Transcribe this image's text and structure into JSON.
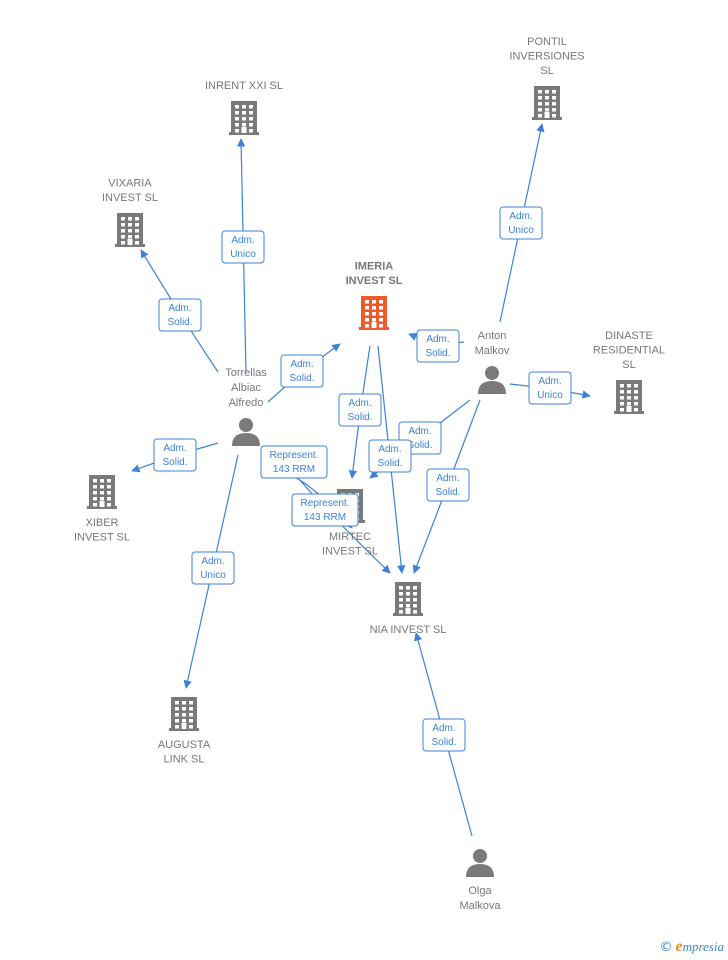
{
  "colors": {
    "edge": "#3d82d6",
    "company": "#7a7a7a",
    "focus": "#ee5a2a",
    "person": "#7a7a7a"
  },
  "nodes": [
    {
      "id": "imeria",
      "kind": "company",
      "focus": true,
      "lines": [
        "IMERIA",
        "INVEST  SL"
      ]
    },
    {
      "id": "inrent",
      "kind": "company",
      "lines": [
        "INRENT XXI  SL"
      ]
    },
    {
      "id": "vixaria",
      "kind": "company",
      "lines": [
        "VIXARIA",
        "INVEST  SL"
      ]
    },
    {
      "id": "pontil",
      "kind": "company",
      "lines": [
        "PONTIL",
        "INVERSIONES",
        "SL"
      ]
    },
    {
      "id": "dinaste",
      "kind": "company",
      "lines": [
        "DINASTE",
        "RESIDENTIAL",
        "SL"
      ]
    },
    {
      "id": "xiber",
      "kind": "company",
      "lines": [
        "XIBER",
        "INVEST  SL"
      ]
    },
    {
      "id": "mirtec",
      "kind": "company",
      "lines": [
        "MIRTEC",
        "INVEST  SL"
      ]
    },
    {
      "id": "nia",
      "kind": "company",
      "lines": [
        "NIA INVEST  SL"
      ]
    },
    {
      "id": "augusta",
      "kind": "company",
      "lines": [
        "AUGUSTA",
        "LINK  SL"
      ]
    },
    {
      "id": "torrellas",
      "kind": "person",
      "lines": [
        "Torrellas",
        "Albiac",
        "Alfredo"
      ]
    },
    {
      "id": "anton",
      "kind": "person",
      "lines": [
        "Anton",
        "Malkov"
      ]
    },
    {
      "id": "olga",
      "kind": "person",
      "lines": [
        "Olga",
        "Malkova"
      ]
    }
  ],
  "edges": [
    {
      "from": "torrellas",
      "to": "inrent",
      "lines": [
        "Adm.",
        "Unico"
      ]
    },
    {
      "from": "torrellas",
      "to": "vixaria",
      "lines": [
        "Adm.",
        "Solid."
      ]
    },
    {
      "from": "torrellas",
      "to": "imeria",
      "lines": [
        "Adm.",
        "Solid."
      ]
    },
    {
      "from": "torrellas",
      "to": "xiber",
      "lines": [
        "Adm.",
        "Solid."
      ]
    },
    {
      "from": "torrellas",
      "to": "augusta",
      "lines": [
        "Adm.",
        "Unico"
      ]
    },
    {
      "from": "torrellas",
      "to": "mirtec",
      "lines": [
        "Represent.",
        "143 RRM"
      ]
    },
    {
      "from": "torrellas",
      "to": "nia",
      "lines": [
        "Represent.",
        "143 RRM"
      ]
    },
    {
      "from": "anton",
      "to": "pontil",
      "lines": [
        "Adm.",
        "Unico"
      ]
    },
    {
      "from": "anton",
      "to": "imeria",
      "lines": [
        "Adm.",
        "Solid."
      ]
    },
    {
      "from": "anton",
      "to": "dinaste",
      "lines": [
        "Adm.",
        "Unico"
      ]
    },
    {
      "from": "anton",
      "to": "mirtec",
      "lines": [
        "Adm.",
        "Solid."
      ]
    },
    {
      "from": "anton",
      "to": "nia",
      "lines": [
        "Adm.",
        "Solid."
      ]
    },
    {
      "from": "imeria",
      "to": "mirtec",
      "lines": [
        "Adm.",
        "Solid."
      ]
    },
    {
      "from": "imeria",
      "to": "nia",
      "lines": [
        "Adm.",
        "Solid."
      ]
    },
    {
      "from": "olga",
      "to": "nia",
      "lines": [
        "Adm.",
        "Solid."
      ]
    }
  ],
  "brand": {
    "copyright": "©",
    "first_letter": "e",
    "rest": "mpresia"
  }
}
